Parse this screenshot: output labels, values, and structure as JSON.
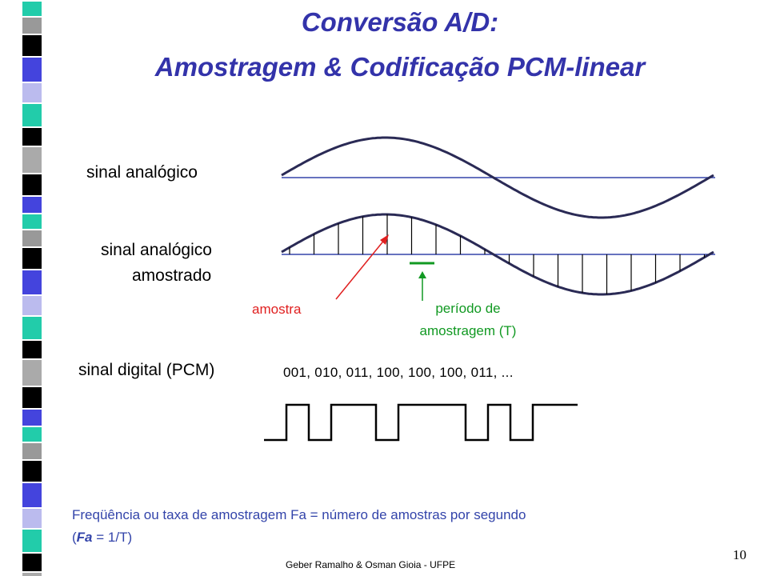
{
  "title": {
    "line1": "Conversão A/D:",
    "line2": "Amostragem & Codificação PCM-linear"
  },
  "labels": {
    "analog": "sinal analógico",
    "sampled_line1": "sinal analógico",
    "sampled_line2": "amostrado",
    "sample": "amostra",
    "period_line1": "período de",
    "period_line2": "amostragem (T)",
    "digital": "sinal digital (PCM)",
    "pcm_codes": "001, 010, 011, 100, 100, 100, 011, ..."
  },
  "footer": {
    "formula_line1": "Freqüência ou taxa de amostragem Fa = número de amostras por segundo",
    "formula_line2_open": "(",
    "formula_line2_var": "Fa",
    "formula_line2_rest": " = 1/T)",
    "author": "Geber Ramalho & Osman Gioia - UFPE",
    "page": "10"
  },
  "colors": {
    "title": "#3333aa",
    "axis": "#3344aa",
    "sample_arrow": "#e02020",
    "period_marker": "#119922",
    "text_blue": "#3344aa"
  },
  "pcm_bits": [
    0,
    1,
    0,
    1,
    1,
    0,
    1,
    1,
    1,
    0,
    1,
    0,
    1,
    1
  ]
}
